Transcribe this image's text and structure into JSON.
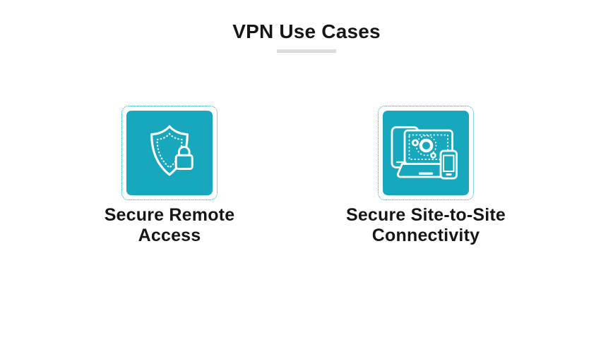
{
  "title": "VPN Use Cases",
  "colors": {
    "accent": "#17a8bd",
    "text": "#161616",
    "divider": "#dcdcdc",
    "icon_stroke": "#ffffff",
    "background": "#ffffff"
  },
  "use_cases": [
    {
      "id": "secure-remote-access",
      "label": "Secure Remote Access",
      "icon": "shield-lock-icon"
    },
    {
      "id": "secure-site-to-site",
      "label": "Secure Site-to-Site Connectivity",
      "icon": "devices-network-icon"
    }
  ]
}
